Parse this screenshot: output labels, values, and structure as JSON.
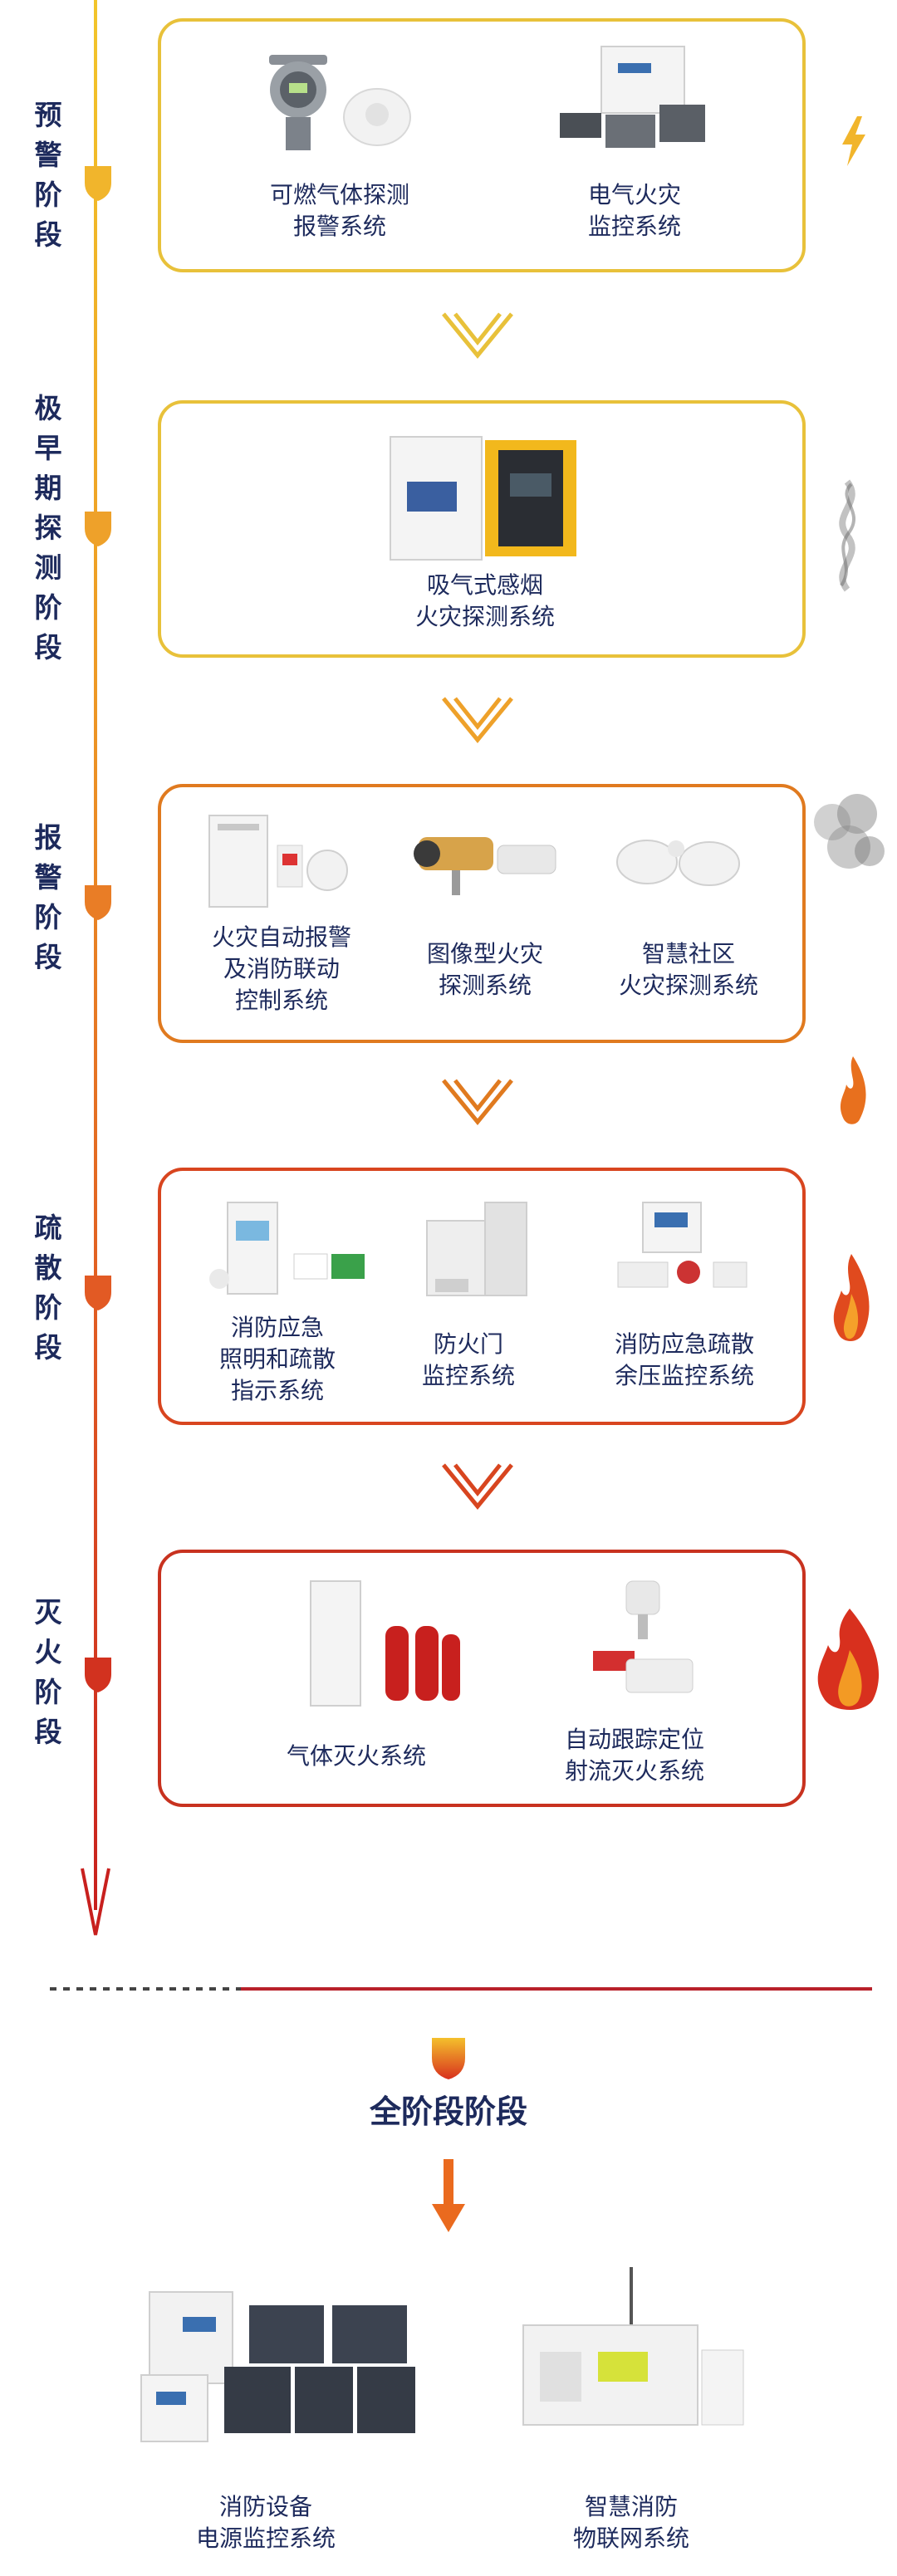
{
  "stages": [
    {
      "label": [
        "预",
        "警",
        "阶",
        "段"
      ],
      "items": [
        {
          "lines": [
            "可燃气体探测",
            "报警系统"
          ]
        },
        {
          "lines": [
            "电气火灾",
            "监控系统"
          ]
        }
      ]
    },
    {
      "label": [
        "极",
        "早",
        "期",
        "探",
        "测",
        "阶",
        "段"
      ],
      "items": [
        {
          "lines": [
            "吸气式感烟",
            "火灾探测系统"
          ]
        }
      ]
    },
    {
      "label": [
        "报",
        "警",
        "阶",
        "段"
      ],
      "items": [
        {
          "lines": [
            "火灾自动报警",
            "及消防联动",
            "控制系统"
          ]
        },
        {
          "lines": [
            "图像型火灾",
            "探测系统"
          ]
        },
        {
          "lines": [
            "智慧社区",
            "火灾探测系统"
          ]
        }
      ]
    },
    {
      "label": [
        "疏",
        "散",
        "阶",
        "段"
      ],
      "items": [
        {
          "lines": [
            "消防应急",
            "照明和疏散",
            "指示系统"
          ]
        },
        {
          "lines": [
            "防火门",
            "监控系统"
          ]
        },
        {
          "lines": [
            "消防应急疏散",
            "余压监控系统"
          ]
        }
      ]
    },
    {
      "label": [
        "灭",
        "火",
        "阶",
        "段"
      ],
      "items": [
        {
          "lines": [
            "气体灭火系统"
          ]
        },
        {
          "lines": [
            "自动跟踪定位",
            "射流灭火系统"
          ]
        }
      ]
    }
  ],
  "all_stage": {
    "title": "全阶段阶段",
    "items": [
      {
        "lines": [
          "消防设备",
          "电源监控系统"
        ]
      },
      {
        "lines": [
          "智慧消防",
          "物联网系统"
        ]
      }
    ]
  },
  "colors": {
    "navy": "#1d2a5c",
    "yellow": "#e8c13a",
    "orange": "#e07a1f",
    "red": "#c8321f"
  },
  "icons": [
    "lightning-icon",
    "smoke-icon",
    "flame-icon"
  ]
}
